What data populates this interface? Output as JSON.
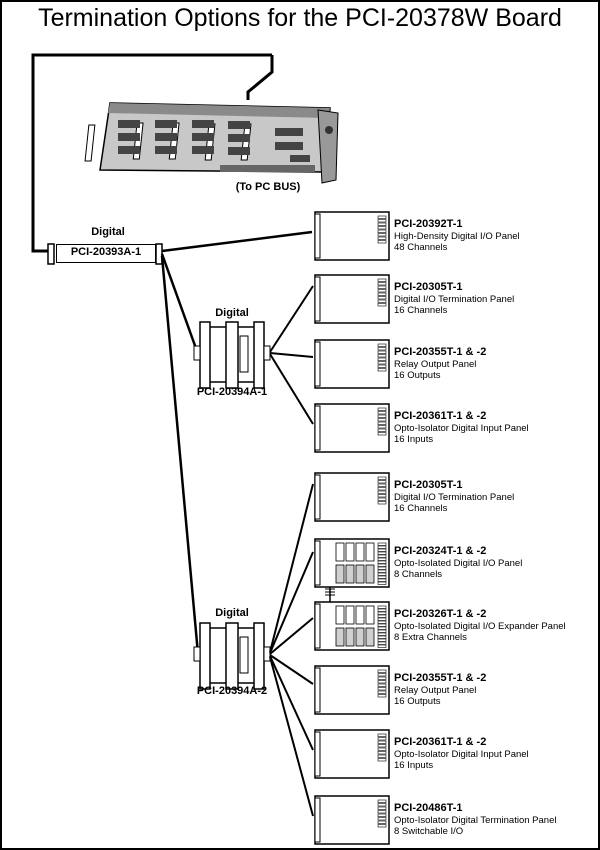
{
  "title": "Termination Options for the PCI-20378W Board",
  "pc_bus_label": "(To PC BUS)",
  "cable_main": {
    "caption": "Digital",
    "part": "PCI-20393A-1"
  },
  "hub1": {
    "caption": "Digital",
    "part": "PCI-20394A-1"
  },
  "hub2": {
    "caption": "Digital",
    "part": "PCI-20394A-2"
  },
  "panels": [
    {
      "part": "PCI-20392T-1",
      "desc": "High-Density Digital I/O Panel",
      "detail": "48 Channels"
    },
    {
      "part": "PCI-20305T-1",
      "desc": "Digital I/O Termination Panel",
      "detail": "16 Channels"
    },
    {
      "part": "PCI-20355T-1 & -2",
      "desc": "Relay Output Panel",
      "detail": "16 Outputs"
    },
    {
      "part": "PCI-20361T-1 & -2",
      "desc": "Opto-Isolator Digital Input Panel",
      "detail": "16 Inputs"
    },
    {
      "part": "PCI-20305T-1",
      "desc": "Digital I/O Termination Panel",
      "detail": "16 Channels"
    },
    {
      "part": "PCI-20324T-1 & -2",
      "desc": "Opto-Isolated Digital I/O Panel",
      "detail": "8 Channels"
    },
    {
      "part": "PCI-20326T-1 & -2",
      "desc": "Opto-Isolated Digital I/O Expander Panel",
      "detail": "8 Extra Channels"
    },
    {
      "part": "PCI-20355T-1 & -2",
      "desc": "Relay Output Panel",
      "detail": "16 Outputs"
    },
    {
      "part": "PCI-20361T-1 & -2",
      "desc": "Opto-Isolator Digital Input Panel",
      "detail": "16 Inputs"
    },
    {
      "part": "PCI-20486T-1",
      "desc": "Opto-Isolator Digital Termination Panel",
      "detail": "8 Switchable I/O"
    }
  ]
}
